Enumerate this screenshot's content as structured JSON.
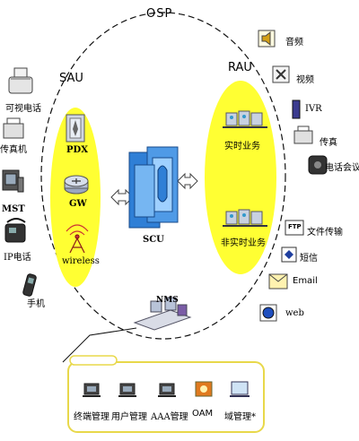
{
  "osp": {
    "label": "OSP"
  },
  "sau": {
    "label": "SAU",
    "items": [
      "PDX",
      "GW",
      "wireless"
    ]
  },
  "rau": {
    "label": "RAU",
    "items": [
      "实时业务",
      "非实时业务"
    ]
  },
  "scu": {
    "label": "SCU"
  },
  "nms": {
    "label": "NMS"
  },
  "left_terminals": [
    "可视电话",
    "传真机",
    "MST",
    "IP电话",
    "手机"
  ],
  "right_services": [
    "音频",
    "视频",
    "IVR",
    "传真",
    "电话会议",
    "文件传输",
    "短信",
    "Email",
    "web"
  ],
  "right_icon_text": {
    "ftp": "FTP"
  },
  "nms_functions": [
    "终端管理",
    "用户管理",
    "AAA管理",
    "OAM",
    "域管理*"
  ],
  "colors": {
    "highlight": "#ffff33",
    "scu_blue": "#2f7fd6",
    "box_border": "#e8d84a",
    "ellipse_dash": "#111111"
  }
}
